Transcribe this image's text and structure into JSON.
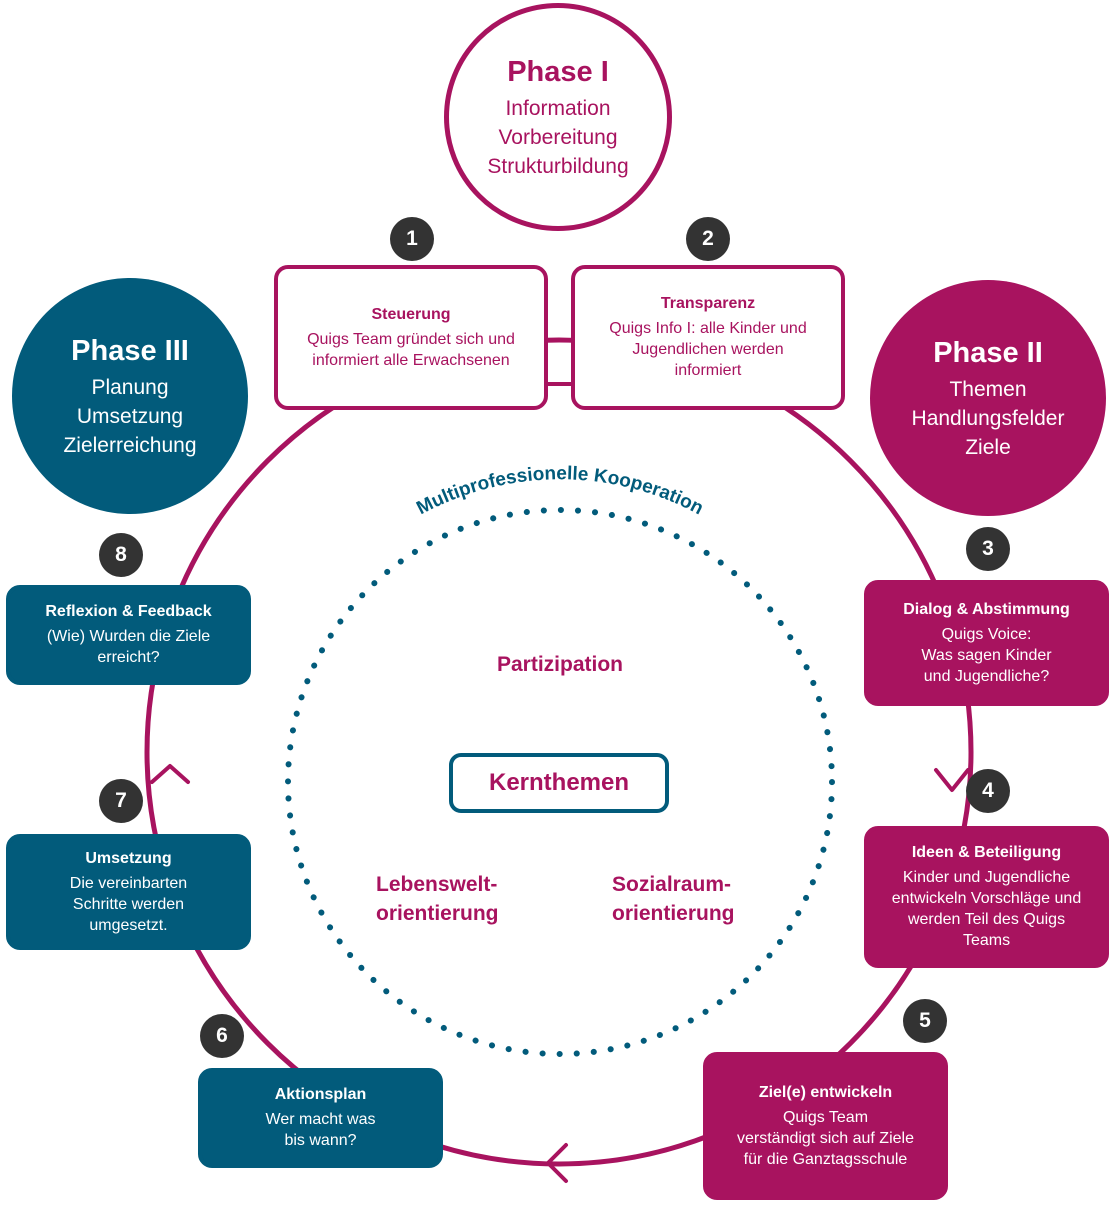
{
  "colors": {
    "magenta": "#a8135f",
    "teal": "#025b7b",
    "badge": "#333333"
  },
  "phases": [
    {
      "title": "Phase I",
      "lines": [
        "Information",
        "Vorbereitung",
        "Strukturbildung"
      ]
    },
    {
      "title": "Phase II",
      "lines": [
        "Themen",
        "Handlungsfelder",
        "Ziele"
      ]
    },
    {
      "title": "Phase III",
      "lines": [
        "Planung",
        "Umsetzung",
        "Zielerreichung"
      ]
    }
  ],
  "steps": [
    {
      "number": "1",
      "title": "Steuerung",
      "text": [
        "Quigs Team gründet sich und",
        "informiert alle Erwachsenen"
      ]
    },
    {
      "number": "2",
      "title": "Transparenz",
      "text": [
        "Quigs Info I: alle Kinder und",
        "Jugendlichen werden",
        "informiert"
      ]
    },
    {
      "number": "3",
      "title": "Dialog & Abstimmung",
      "text": [
        "Quigs Voice:",
        "Was sagen Kinder",
        "und Jugendliche?"
      ]
    },
    {
      "number": "4",
      "title": "Ideen & Beteiligung",
      "text": [
        "Kinder und Jugendliche",
        "entwickeln Vorschläge und",
        "werden Teil des Quigs",
        "Teams"
      ]
    },
    {
      "number": "5",
      "title": "Ziel(e) entwickeln",
      "text": [
        "Quigs Team",
        "verständigt sich auf Ziele",
        "für die Ganztagsschule"
      ]
    },
    {
      "number": "6",
      "title": "Aktionsplan",
      "text": [
        "Wer macht was",
        "bis wann?"
      ]
    },
    {
      "number": "7",
      "title": "Umsetzung",
      "text": [
        "Die vereinbarten",
        "Schritte werden",
        "umgesetzt."
      ]
    },
    {
      "number": "8",
      "title": "Reflexion & Feedback",
      "text": [
        "(Wie) Wurden die Ziele",
        "erreicht?"
      ]
    }
  ],
  "center": {
    "arc_label": "Multiprofessionelle Kooperation",
    "partizipation": "Partizipation",
    "kernthemen": "Kernthemen",
    "lebenswelt": [
      "Lebenswelt-",
      "orientierung"
    ],
    "sozialraum": [
      "Sozialraum-",
      "orientierung"
    ]
  }
}
